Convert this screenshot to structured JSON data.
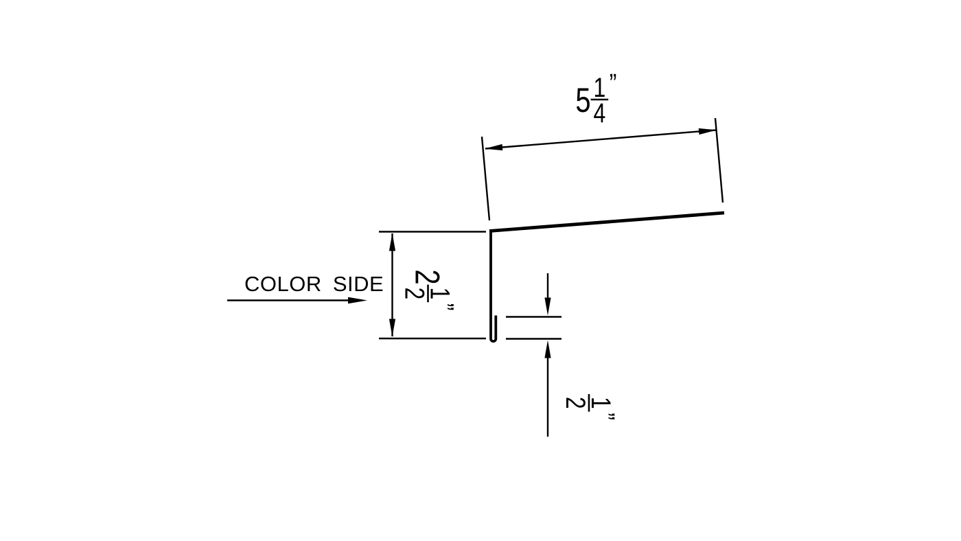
{
  "canvas": {
    "background": "#ffffff",
    "ink": "#000000"
  },
  "annotations": {
    "color_side_label": "COLOR SIDE"
  },
  "dimensions": {
    "flange": {
      "whole": "5",
      "numerator": "1",
      "denominator": "4",
      "unit": "”",
      "display": "5 1/4\""
    },
    "leg": {
      "whole": "2",
      "numerator": "1",
      "denominator": "2",
      "unit": "”",
      "display": "2 1/2\""
    },
    "hem": {
      "numerator": "1",
      "denominator": "2",
      "unit": "”",
      "display": "1/2\""
    }
  }
}
